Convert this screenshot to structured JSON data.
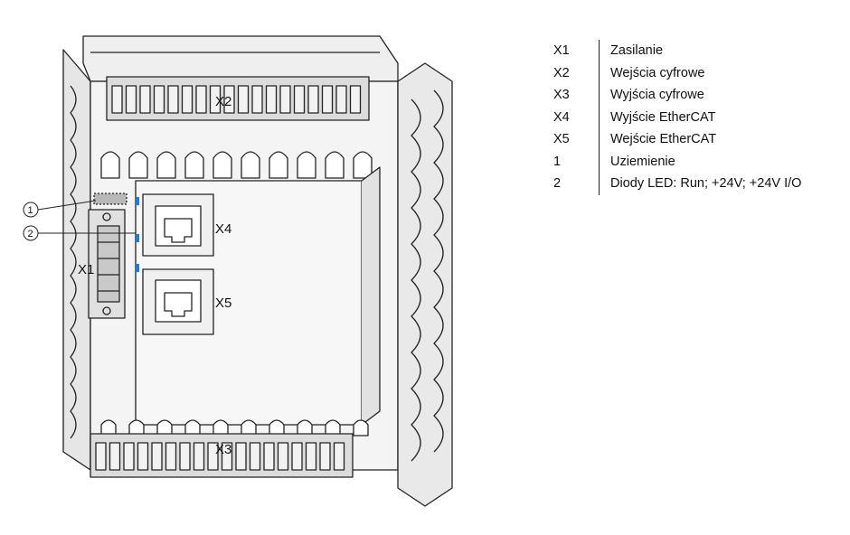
{
  "figure": {
    "labels": {
      "x1": "X1",
      "x2": "X2",
      "x3": "X3",
      "x4": "X4",
      "x5": "X5",
      "callout_1": "1",
      "callout_2": "2"
    },
    "colors": {
      "led": "#1e7fd0",
      "outline": "#222222",
      "body": "#f4f4f4",
      "shade": "#d9d9d9"
    }
  },
  "legend": {
    "items": [
      {
        "key": "X1",
        "value": "Zasilanie"
      },
      {
        "key": "X2",
        "value": "Wejścia cyfrowe"
      },
      {
        "key": "X3",
        "value": "Wyjścia cyfrowe"
      },
      {
        "key": "X4",
        "value": "Wyjście EtherCAT"
      },
      {
        "key": "X5",
        "value": "Wejście EtherCAT"
      },
      {
        "key": "1",
        "value": "Uziemienie"
      },
      {
        "key": "2",
        "value": "Diody LED: Run; +24V; +24V I/O"
      }
    ]
  }
}
